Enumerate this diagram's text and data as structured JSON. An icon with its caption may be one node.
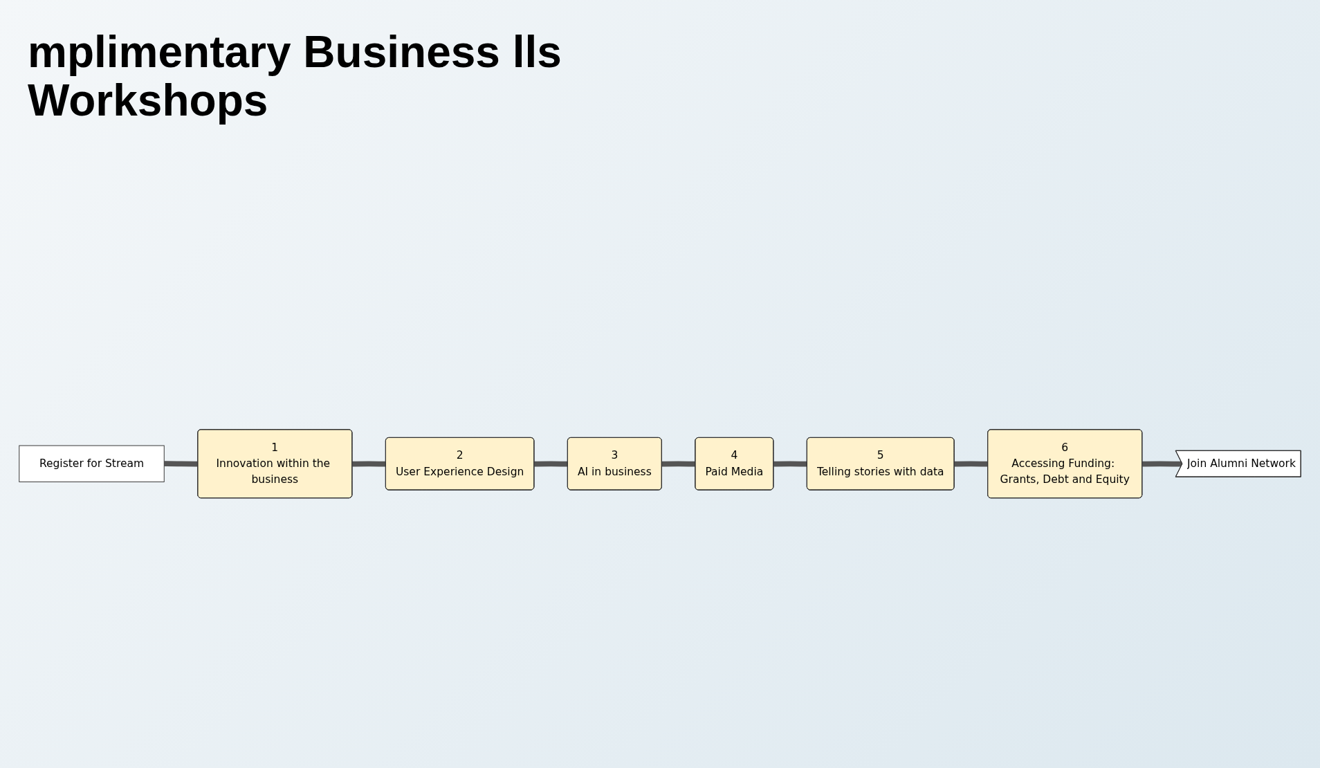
{
  "diagram": {
    "title": "mplimentary Business lls Workshops",
    "nodes": [
      {
        "text": [
          "Register for Stream"
        ]
      },
      {
        "text": [
          "1",
          "Innovation within the business"
        ]
      },
      {
        "text": [
          "2",
          "User Experience Design"
        ]
      },
      {
        "text": [
          "3",
          "AI in business"
        ]
      },
      {
        "text": [
          "4",
          "Paid Media"
        ]
      },
      {
        "text": [
          "5",
          "Telling stories with data"
        ]
      },
      {
        "text": [
          "6",
          "Accessing Funding: Grants, Debt and Equity"
        ]
      },
      {
        "text": [
          "Join Alumni Network"
        ]
      }
    ],
    "edges": [
      {
        "from": 0,
        "to": 1,
        "arrow": "none"
      },
      {
        "from": 1,
        "to": 2,
        "arrow": "none"
      },
      {
        "from": 2,
        "to": 3,
        "arrow": "none"
      },
      {
        "from": 3,
        "to": 4,
        "arrow": "none"
      },
      {
        "from": 4,
        "to": 5,
        "arrow": "none"
      },
      {
        "from": 5,
        "to": 6,
        "arrow": "none"
      },
      {
        "from": 6,
        "to": 7,
        "arrow": "none"
      }
    ]
  }
}
